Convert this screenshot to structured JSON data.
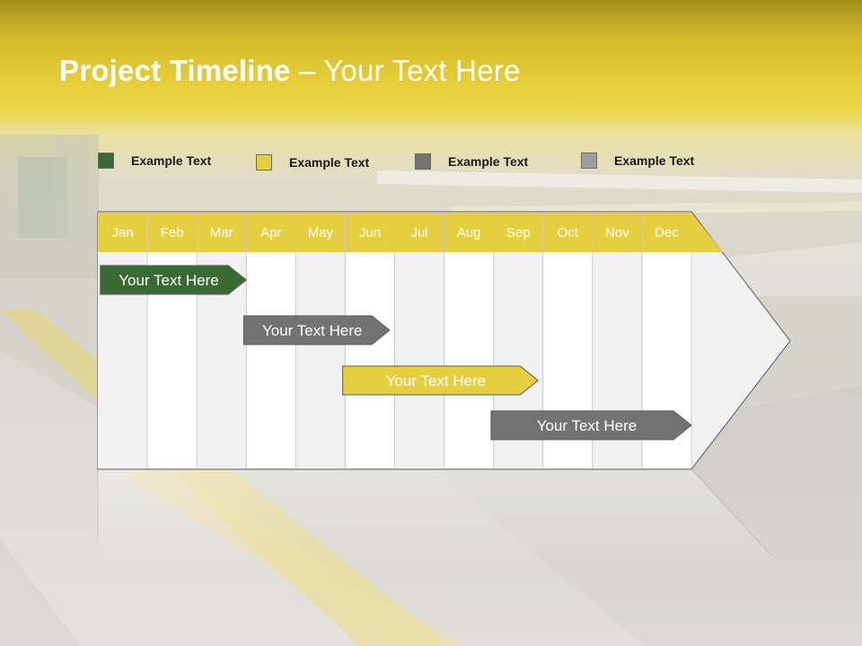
{
  "slide": {
    "title_bold": "Project Timeline",
    "title_rest": " – Your Text Here"
  },
  "legend": [
    {
      "label": "Example Text",
      "color": "#3a6b35"
    },
    {
      "label": "Example Text",
      "color": "#e6cf3e"
    },
    {
      "label": "Example Text",
      "color": "#737373"
    },
    {
      "label": "Example Text",
      "color": "#9e9e9e"
    }
  ],
  "timeline": {
    "months": [
      "Jan",
      "Feb",
      "Mar",
      "Apr",
      "May",
      "Jun",
      "Jul",
      "Aug",
      "Sep",
      "Oct",
      "Nov",
      "Dec"
    ],
    "header_color": "#e6cf3e",
    "tasks": [
      {
        "label": "Your  Text Here",
        "start_month": 0.05,
        "end_month": 3.0,
        "color": "#3a6b35",
        "text_color": "#ffffff"
      },
      {
        "label": "Your  Text Here",
        "start_month": 2.95,
        "end_month": 5.9,
        "color": "#737373",
        "text_color": "#ffffff"
      },
      {
        "label": "Your  Text Here",
        "start_month": 4.95,
        "end_month": 8.9,
        "color": "#e6cf3e",
        "text_color": "#ffffff"
      },
      {
        "label": "Your  Text Here",
        "start_month": 7.95,
        "end_month": 12.0,
        "color": "#737373",
        "text_color": "#ffffff"
      }
    ]
  }
}
